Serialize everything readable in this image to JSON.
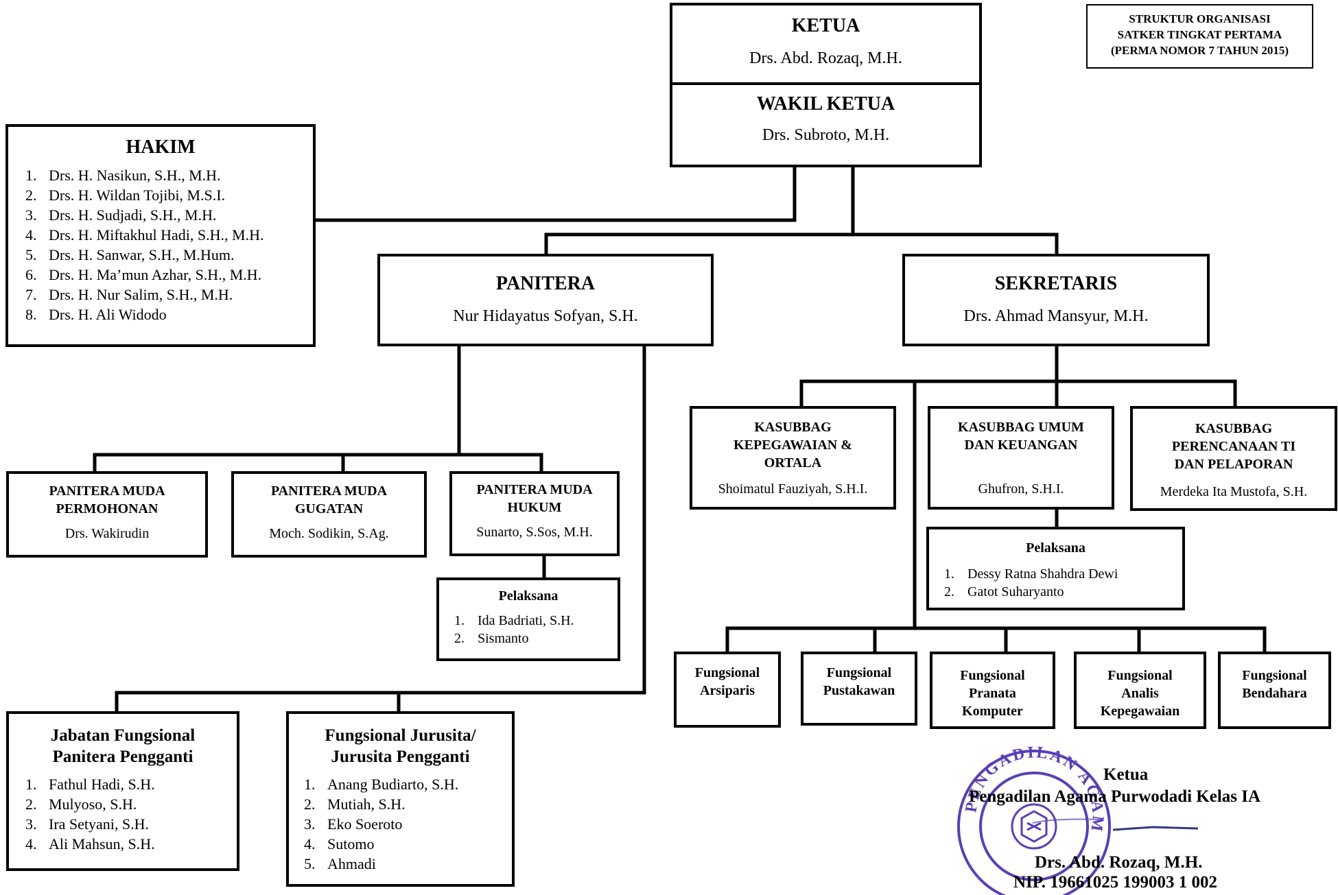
{
  "header_title": [
    "STRUKTUR ORGANISASI",
    "SATKER TINGKAT PERTAMA",
    "(PERMA NOMOR 7 TAHUN 2015)"
  ],
  "ketua": {
    "title": "KETUA",
    "name": "Drs. Abd. Rozaq, M.H."
  },
  "wakil_ketua": {
    "title": "WAKIL KETUA",
    "name": "Drs. Subroto, M.H."
  },
  "hakim": {
    "title": "HAKIM",
    "members": [
      {
        "num": "1.",
        "name": "Drs. H. Nasikun, S.H., M.H."
      },
      {
        "num": "2.",
        "name": "Drs. H. Wildan Tojibi, M.S.I."
      },
      {
        "num": "3.",
        "name": "Drs. H. Sudjadi, S.H., M.H."
      },
      {
        "num": "4.",
        "name": "Drs. H. Miftakhul Hadi, S.H., M.H."
      },
      {
        "num": "5.",
        "name": "Drs. H. Sanwar, S.H., M.Hum."
      },
      {
        "num": "6.",
        "name": "Drs. H. Ma’mun Azhar, S.H., M.H."
      },
      {
        "num": "7.",
        "name": "Drs. H. Nur Salim, S.H., M.H."
      },
      {
        "num": "8.",
        "name": "Drs. H. Ali Widodo"
      }
    ]
  },
  "panitera": {
    "title": "PANITERA",
    "name": "Nur Hidayatus Sofyan, S.H."
  },
  "sekretaris": {
    "title": "SEKRETARIS",
    "name": "Drs. Ahmad Mansyur, M.H."
  },
  "pm_permohonan": {
    "title": [
      "PANITERA MUDA",
      "PERMOHONAN"
    ],
    "name": "Drs. Wakirudin"
  },
  "pm_gugatan": {
    "title": [
      "PANITERA MUDA",
      "GUGATAN"
    ],
    "name": "Moch. Sodikin, S.Ag."
  },
  "pm_hukum": {
    "title": [
      "PANITERA MUDA",
      "HUKUM"
    ],
    "name": "Sunarto, S.Sos, M.H."
  },
  "pelaksana_hukum": {
    "title": "Pelaksana",
    "members": [
      {
        "num": "1.",
        "name": "Ida Badriati, S.H."
      },
      {
        "num": "2.",
        "name": "Sismanto"
      }
    ]
  },
  "kasubbag_kepegawaian": {
    "title": [
      "KASUBBAG",
      "KEPEGAWAIAN &",
      "ORTALA"
    ],
    "name": "Shoimatul Fauziyah, S.H.I."
  },
  "kasubbag_umum": {
    "title": [
      "KASUBBAG UMUM",
      "DAN KEUANGAN"
    ],
    "name": "Ghufron, S.H.I."
  },
  "kasubbag_perencanaan": {
    "title": [
      "KASUBBAG",
      "PERENCANAAN TI",
      "DAN PELAPORAN"
    ],
    "name": "Merdeka Ita Mustofa, S.H."
  },
  "pelaksana_umum": {
    "title": "Pelaksana",
    "members": [
      {
        "num": "1.",
        "name": "Dessy Ratna Shahdra Dewi"
      },
      {
        "num": "2.",
        "name": "Gatot Suharyanto"
      }
    ]
  },
  "fungsional": [
    {
      "lines": [
        "Fungsional",
        "Arsiparis"
      ]
    },
    {
      "lines": [
        "Fungsional",
        "Pustakawan"
      ]
    },
    {
      "lines": [
        "Fungsional",
        "Pranata",
        "Komputer"
      ]
    },
    {
      "lines": [
        "Fungsional",
        "Analis",
        "Kepegawaian"
      ]
    },
    {
      "lines": [
        "Fungsional",
        "Bendahara"
      ]
    }
  ],
  "jabatan_fungsional": {
    "title": [
      "Jabatan Fungsional",
      "Panitera Pengganti"
    ],
    "members": [
      {
        "num": "1.",
        "name": "Fathul Hadi, S.H."
      },
      {
        "num": "2.",
        "name": "Mulyoso, S.H."
      },
      {
        "num": "3.",
        "name": "Ira Setyani, S.H."
      },
      {
        "num": "4.",
        "name": "Ali Mahsun, S.H."
      }
    ]
  },
  "jurusita": {
    "title": [
      "Fungsional Jurusita/",
      "Jurusita Pengganti"
    ],
    "members": [
      {
        "num": "1.",
        "name": "Anang Budiarto, S.H."
      },
      {
        "num": "2.",
        "name": "Mutiah, S.H."
      },
      {
        "num": "3.",
        "name": "Eko Soeroto"
      },
      {
        "num": "4.",
        "name": "Sutomo"
      },
      {
        "num": "5.",
        "name": "Ahmadi"
      }
    ]
  },
  "signature": {
    "role": "Ketua",
    "institution": "Pengadilan Agama Purwodadi Kelas IA",
    "name": "Drs. Abd. Rozaq, M.H.",
    "nip": "NIP. 19661025 199003 1 002",
    "stamp_text": "PENGADILAN AGAMA PURWODADI"
  },
  "colors": {
    "line": "#000000",
    "stamp": "#5a3fb5"
  }
}
